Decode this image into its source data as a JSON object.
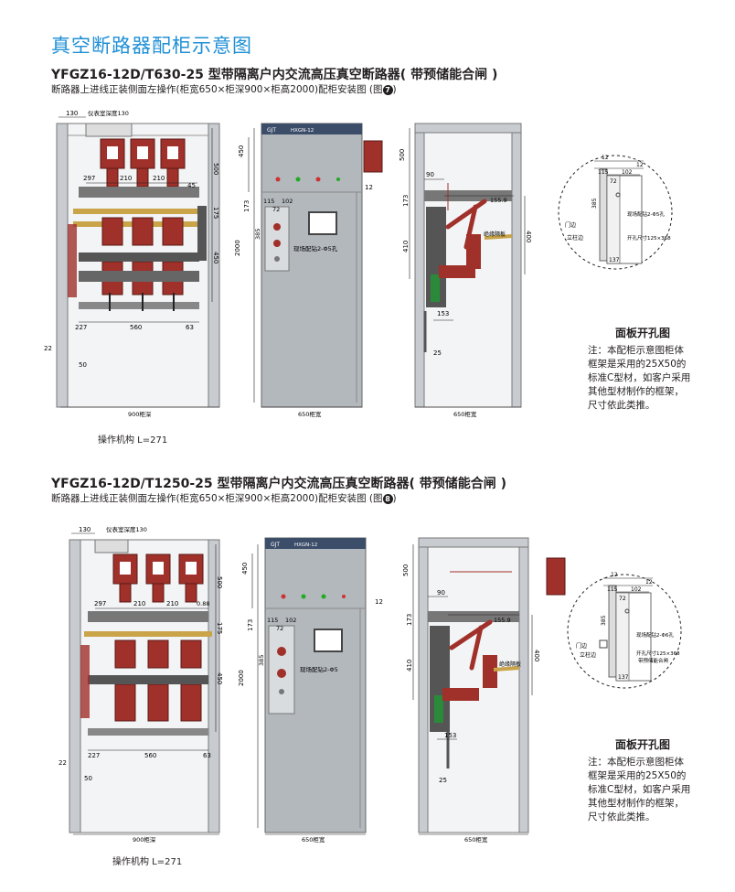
{
  "page": {
    "title": "真空断路器配柜示意图"
  },
  "sections": [
    {
      "heading": "YFGZ16-12D/T630-25 型带隔离户内交流高压真空断路器( 带预储能合闸 )",
      "subtitle": "断路器上进线正装侧面左操作(柜宽650×柜深900×柜高2000)配柜安装图 (图",
      "figure_no": "7",
      "mechanism": "操作机构 L=271",
      "front": {
        "instrument_room": "仪表室深度130",
        "dim_130": "130",
        "d297": "297",
        "d210a": "210",
        "d210b": "210",
        "d45": "45",
        "d500": "500",
        "d175": "175",
        "d450": "450",
        "d227": "227",
        "d560": "560",
        "d63": "63",
        "d22": "22",
        "d50": "50",
        "cab_depth": "900柜深"
      },
      "side": {
        "d450": "450",
        "d173": "173",
        "d12": "12",
        "d115": "115",
        "d102": "102",
        "d72": "72",
        "d385": "385",
        "d2000": "2000",
        "hole_note": "现场配钻2-Φ5孔",
        "cab_width": "650柜宽",
        "brand": "GJT",
        "model": "HXGN-12"
      },
      "right": {
        "d500": "500",
        "d173": "173",
        "d410": "410",
        "d90": "90",
        "d155": "155.9",
        "d400": "400",
        "d153": "153",
        "d25": "25",
        "plate": "绝缘隔板",
        "cab_width": "650柜宽"
      },
      "detail": {
        "d12a": "12",
        "d12b": "12",
        "d115": "115",
        "d102": "102",
        "d72": "72",
        "d385": "385",
        "d137": "137",
        "hole_note": "现场配钻2-Φ5孔",
        "door": "门边",
        "vertical": "立柱边",
        "hole_size": "开孔尺寸125×368",
        "extra": ""
      },
      "detail_title": "面板开孔图",
      "note": [
        "注：本配柜示意图柜体",
        "框架是采用的25X50的",
        "标准C型材，如客户采用",
        "其他型材制作的框架，",
        "尺寸依此类推。"
      ]
    },
    {
      "heading": "YFGZ16-12D/T1250-25 型带隔离户内交流高压真空断路器( 带预储能合闸 )",
      "subtitle": "断路器上进线正装侧面左操作(柜宽650×柜深900×柜高2000)配柜安装图 (图",
      "figure_no": "8",
      "mechanism": "操作机构 L=271",
      "front": {
        "instrument_room": "仪表室深度130",
        "dim_130": "130",
        "d297": "297",
        "d210a": "210",
        "d210b": "210",
        "d45": "0.88",
        "d500": "500",
        "d175": "175",
        "d450": "450",
        "d227": "227",
        "d560": "560",
        "d63": "63",
        "d22": "22",
        "d50": "50",
        "cab_depth": "900柜深"
      },
      "side": {
        "d450": "450",
        "d173": "173",
        "d12": "12",
        "d115": "115",
        "d102": "102",
        "d72": "72",
        "d385": "385",
        "d2000": "2000",
        "hole_note": "现场配钻2-Φ5",
        "cab_width": "650柜宽",
        "brand": "GJT",
        "model": "HXGN-12"
      },
      "right": {
        "d500": "500",
        "d173": "173",
        "d410": "410",
        "d90": "90",
        "d155": "155.9",
        "d400": "400",
        "d153": "153",
        "d25": "25",
        "plate": "绝缘隔板",
        "cab_width": "650柜宽"
      },
      "detail": {
        "d12a": "12",
        "d12b": "12",
        "d115": "115",
        "d102": "102",
        "d72": "72",
        "d385": "385",
        "d137": "137",
        "hole_note": "现场配钻2-Φ6孔",
        "door": "门边",
        "vertical": "立柱边",
        "hole_size": "开孔尺寸125×368",
        "extra": "带预储能合闸"
      },
      "detail_title": "面板开孔图",
      "note": [
        "注：本配柜示意图柜体",
        "框架是采用的25X50的",
        "标准C型材，如客户采用",
        "其他型材制作的框架，",
        "尺寸依此类推。"
      ]
    }
  ],
  "colors": {
    "title": "#1f8fd6",
    "insulator": "#a0302a",
    "cabinet": "#c8ccd0",
    "panel": "#b3b8bd"
  }
}
